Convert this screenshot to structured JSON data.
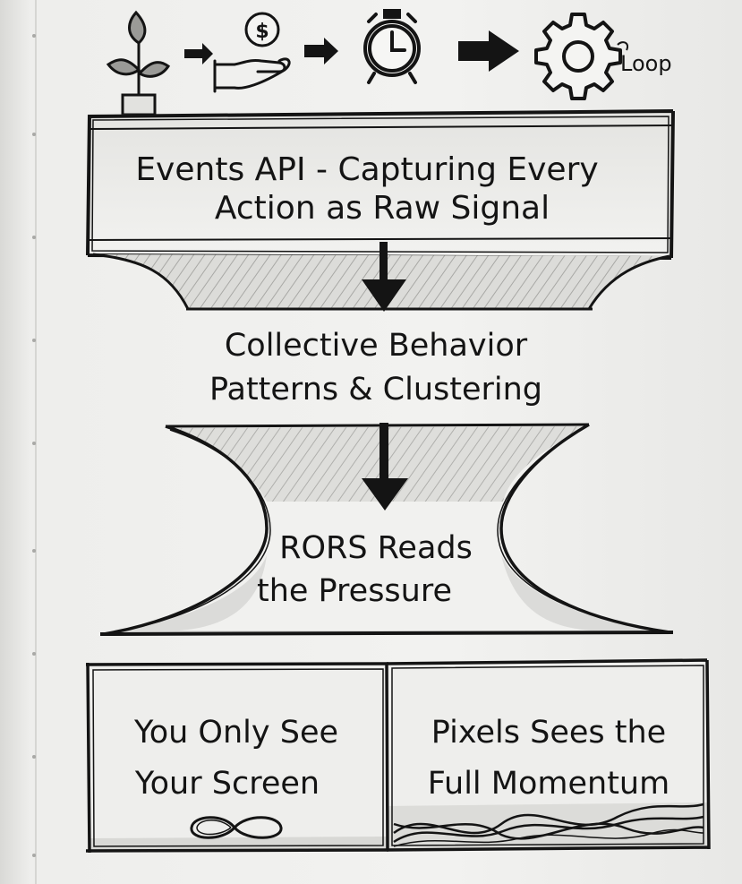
{
  "header": {
    "flow_icons": [
      "plant-icon",
      "money-hand-icon",
      "clock-icon",
      "gear-icon"
    ],
    "loop_label": "Loop"
  },
  "funnel": {
    "top_box": {
      "line1": "Events API - Capturing Every",
      "line2": "Action as Raw Signal"
    },
    "middle": {
      "line1": "Collective Behavior",
      "line2": "Patterns & Clustering"
    },
    "lower": {
      "line1": "RORS Reads",
      "line2": "the Pressure"
    }
  },
  "panels": {
    "left": {
      "line1": "You Only See",
      "line2": "Your Screen",
      "icon": "infinity-icon"
    },
    "right": {
      "line1": "Pixels Sees the",
      "line2": "Full Momentum",
      "icon": "waves-icon"
    }
  },
  "colors": {
    "ink": "#141414",
    "paper": "#f0f0ee",
    "shade": "#c9c9c6"
  }
}
